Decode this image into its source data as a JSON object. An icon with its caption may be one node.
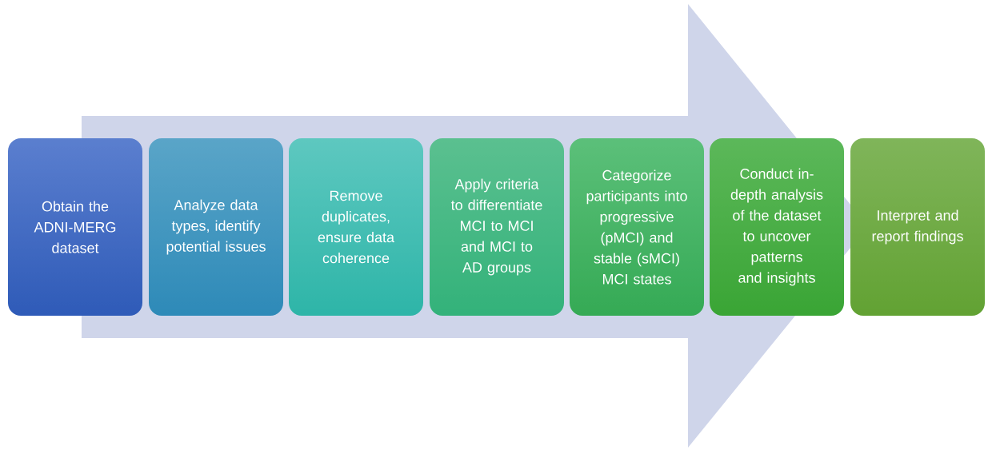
{
  "diagram": {
    "nodes": [
      {
        "text": [
          "Obtain the ADNI-MERG dataset"
        ]
      },
      {
        "text": [
          "Analyze data types, identify potential issues"
        ]
      },
      {
        "text": [
          "Remove duplicates, ensure data coherence"
        ]
      },
      {
        "text": [
          "Apply criteria to differentiate MCI to MCI and MCI to AD groups"
        ]
      },
      {
        "text": [
          "Categorize participants into progressive (pMCI) and stable (sMCI) MCI states"
        ]
      },
      {
        "text": [
          "Conduct in-depth analysis of the dataset to uncover patterns and insights"
        ]
      },
      {
        "text": [
          "Interpret and report findings"
        ]
      }
    ],
    "edges": [
      {
        "from": 0,
        "to": 6,
        "arrow": "to"
      }
    ]
  }
}
